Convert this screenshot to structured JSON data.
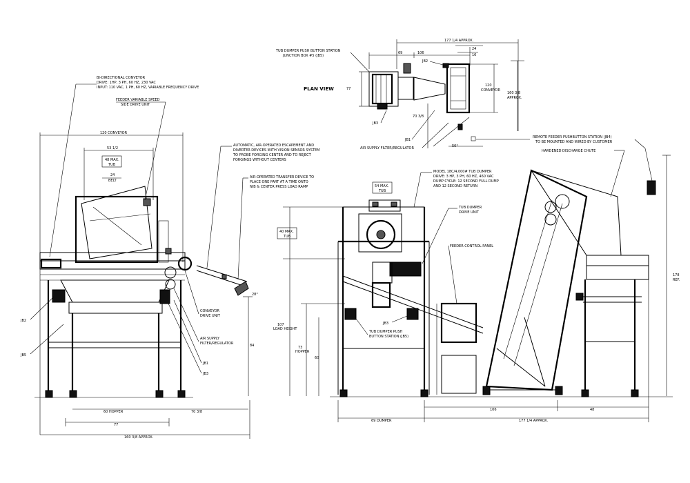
{
  "plan": {
    "title": "PLAN VIEW",
    "dim_top": "177 1/4 APPROX.",
    "dim_106": "106",
    "dim_69": "69",
    "dim_24": "24",
    "dim_16": "16",
    "dim_77": "77",
    "dim_120": "120",
    "dim_120_sub": "CONVEYOR",
    "dim_160": "160 3/8",
    "dim_160_sub": "APPROX.",
    "dim_70": "70 3/8",
    "angle": "50°",
    "jb2": "JB2",
    "jb3": "JB3",
    "jb1": "JB1",
    "tub_pb_station": "TUB DUMPER PUSH BUTTON STATION",
    "junction_box": "JUNCTION BOX #5 (JB5)",
    "air_supply": "AIR SUPPLY FILTER/REGULATOR",
    "remote_station_1": "REMOTE FEEDER PUSHBUTTON STATION (JB4)",
    "remote_station_2": "TO BE MOUNTED AND WIRED BY CUSTOMER"
  },
  "left": {
    "bidir_1": "BI-DIRECTIONAL CONVEYOR",
    "bidir_2": "DRIVE: 1HP, 3 PH, 60 HZ, 230 VAC",
    "bidir_3": "INPUT: 110 VAC, 1 PH, 60 HZ, VARIABLE FREQUENCY DRIVE",
    "feeder_vs_1": "FEEDER VARIABLE SPEED",
    "feeder_vs_2": "SIDE DRIVE UNIT",
    "auto_1": "AUTOMATIC, AIR-OPERATED ESCAPEMENT AND",
    "auto_2": "DIVERTER DEVICES WITH VISION SENSOR SYSTEM",
    "auto_3": "TO PROBE FORGING CENTER AND TO REJECT",
    "auto_4": "FORGINGS WITHOUT CENTERS",
    "transfer_1": "AIR-OPERATED TRANSFER DEVICE TO",
    "transfer_2": "PLACE ONE PART AT A TIME ONTO",
    "transfer_3": "NIB & CENTER PRESS LOAD RAMP",
    "dim_120": "120 CONVEYOR",
    "dim_53": "53 1/2",
    "dim_48": "48 MAX.",
    "dim_48_sub": "TUB",
    "dim_24": "24",
    "dim_24_sub": "BELT",
    "conveyor_drive_1": "CONVEYOR",
    "conveyor_drive_2": "DRIVE UNIT",
    "air_supply_1": "AIR SUPPLY",
    "air_supply_2": "FILTER/REGULATOR",
    "jb1": "JB1",
    "jb3": "JB3",
    "jb2": "JB2",
    "jb5": "JB5",
    "angle": "28°",
    "dim_84": "84",
    "dim_60": "60 HOPPER",
    "dim_70": "70 3/8",
    "dim_77": "77",
    "dim_160": "160 3/8 APPROX."
  },
  "right": {
    "model_1": "MODEL 18C/4,000# TUB DUMPER",
    "model_2": "DRIVE: 3 HP, 3 PH, 60 HZ, 460 VAC",
    "model_3": "DUMP CYCLE: 12 SECOND FULL DUMP",
    "model_4": "AND 12 SECOND RETURN",
    "hardened_chute": "HARDENED DISCHARGE CHUTE",
    "dim_54": "54 MAX.",
    "dim_54_sub": "TUB",
    "dim_40": "40 MAX.",
    "dim_40_sub": "TUB",
    "tub_drive_1": "TUB DUMPER",
    "tub_drive_2": "DRIVE UNIT",
    "feeder_panel": "FEEDER CONTROL PANEL",
    "dim_107": "107",
    "dim_107_sub": "LOAD HEIGHT",
    "dim_73": "73",
    "dim_73_sub": "HOPPER",
    "dim_60": "60",
    "jb3": "JB3",
    "tub_pb_1": "TUB DUMPER PUSH",
    "tub_pb_2": "BUTTON STATION (JB5)",
    "dim_69": "69 DUMPER",
    "dim_106": "106",
    "dim_177": "177 1/4 APPROX.",
    "dim_48": "48",
    "dim_178": "178",
    "dim_178_sub": "REF."
  }
}
